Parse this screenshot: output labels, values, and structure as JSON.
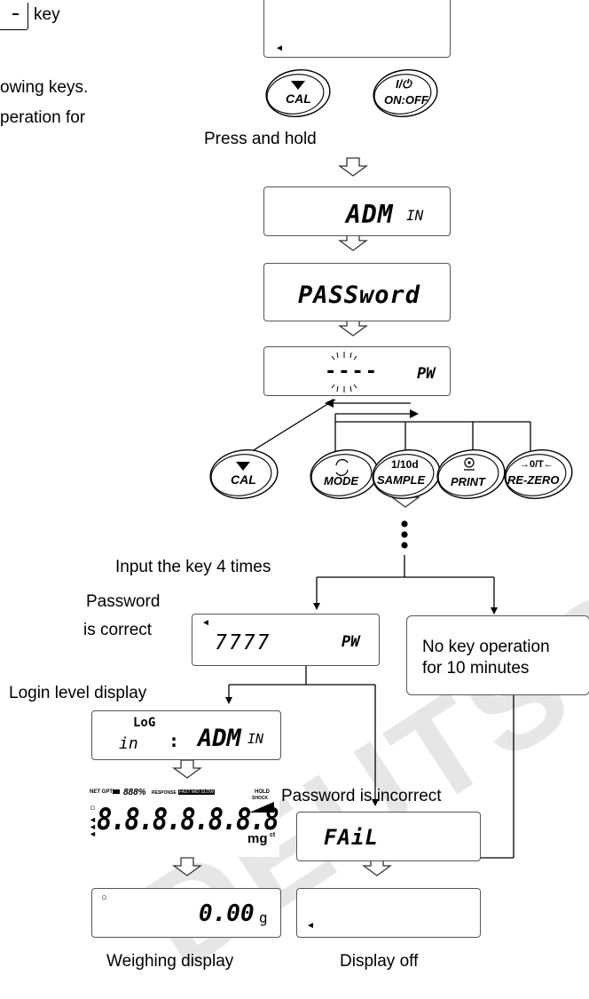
{
  "watermark": "DEUTSCHER SA",
  "intro": {
    "line1": "key",
    "line2": "owing keys.",
    "line3": "peration for"
  },
  "keys": {
    "cal": "CAL",
    "onoff_symbol": "I/⏻",
    "onoff": "ON:OFF",
    "mode": "MODE",
    "sample_top": "1/10d",
    "sample": "SAMPLE",
    "print": "PRINT",
    "rezero_top": "→0/T←",
    "rezero": "RE-ZERO"
  },
  "labels": {
    "press_hold": "Press and hold",
    "input_times": "Input the key 4 times",
    "pw_correct_1": "Password",
    "pw_correct_2": "is correct",
    "no_key_1": "No key operation",
    "no_key_2": "for 10 minutes",
    "login_level": "Login level display",
    "pw_incorrect": "Password is incorrect",
    "weighing": "Weighing display",
    "display_off": "Display off"
  },
  "displays": {
    "admin_big": "ADM",
    "admin_small": "IN",
    "password": "PASSword",
    "dashes": "----",
    "pw": "PW",
    "code": "7777",
    "log_top": "LoG",
    "log_in": "in",
    "log_colon": ":",
    "log_admin": "ADM",
    "log_admin_small": "IN",
    "fail": "FAiL",
    "weight": "0.00",
    "unit": "g",
    "full_digits": "8.8.8.8.8.8.8",
    "full_netgpt": "NET GPT",
    "full_pct": "888%",
    "full_response": "RESPONSE",
    "full_fast": "FAST MID SLOW",
    "full_hold": "HOLD",
    "full_shock": "SHOCK",
    "full_units": "mg",
    "full_ct": "ct"
  }
}
